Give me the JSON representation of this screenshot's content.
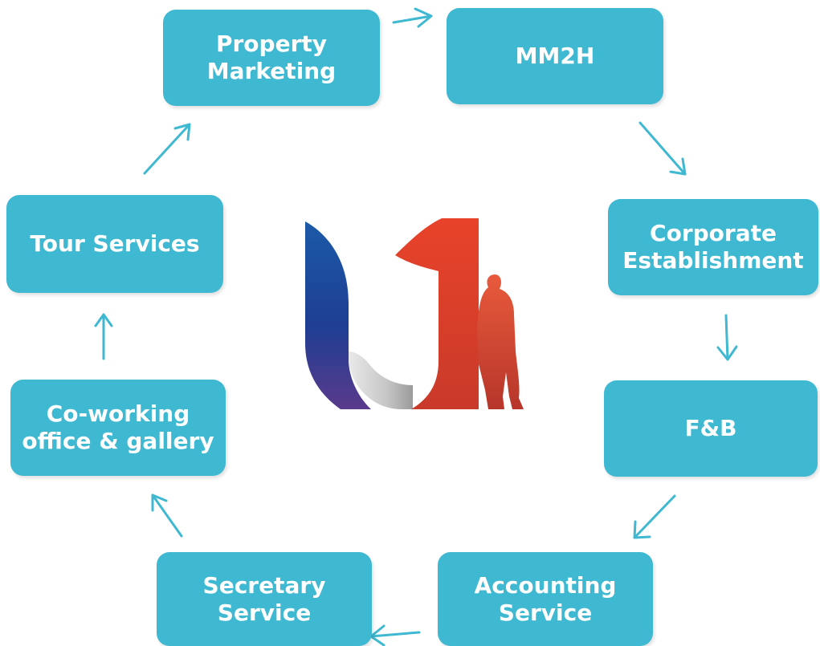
{
  "diagram": {
    "nodes": [
      {
        "id": "property-marketing",
        "label": "Property\nMarketing"
      },
      {
        "id": "mm2h",
        "label": "MM2H"
      },
      {
        "id": "corporate-establishment",
        "label": "Corporate\nEstablishment"
      },
      {
        "id": "fnb",
        "label": "F&B"
      },
      {
        "id": "accounting-service",
        "label": "Accounting\nService"
      },
      {
        "id": "secretary-service",
        "label": "Secretary\nService"
      },
      {
        "id": "coworking",
        "label": "Co-working\noffice & gallery"
      },
      {
        "id": "tour-services",
        "label": "Tour Services"
      }
    ],
    "edges": [
      {
        "from": "property-marketing",
        "to": "mm2h"
      },
      {
        "from": "mm2h",
        "to": "corporate-establishment"
      },
      {
        "from": "corporate-establishment",
        "to": "fnb"
      },
      {
        "from": "fnb",
        "to": "accounting-service"
      },
      {
        "from": "accounting-service",
        "to": "secretary-service"
      },
      {
        "from": "secretary-service",
        "to": "coworking"
      },
      {
        "from": "coworking",
        "to": "tour-services"
      },
      {
        "from": "tour-services",
        "to": "property-marketing"
      }
    ],
    "colors": {
      "node_fill": "#3fb8d1",
      "node_text": "#ffffff",
      "arrow": "#3fb8d1",
      "logo_blue": "#1f3f93",
      "logo_red": "#e4412c",
      "logo_silver": "#c9c9c9"
    },
    "logo": {
      "name": "u1-logo"
    }
  }
}
